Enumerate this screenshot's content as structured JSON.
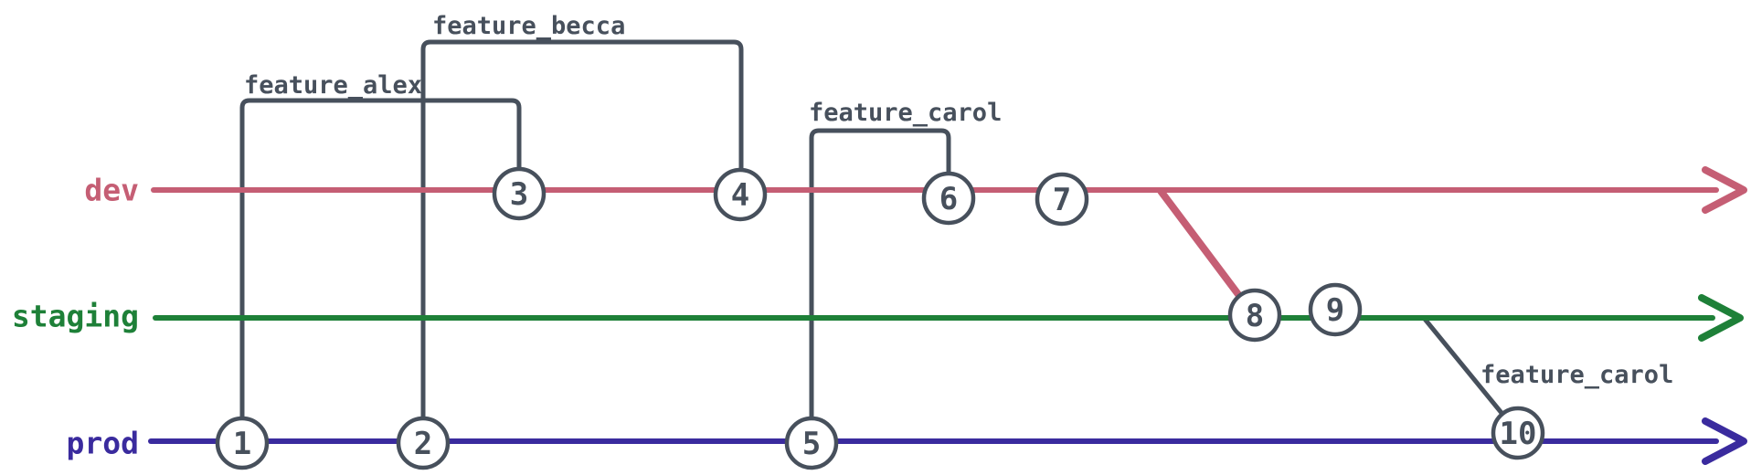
{
  "colors": {
    "dev": "#c55e74",
    "staging": "#1e8038",
    "prod": "#3a2b9e",
    "feature": "#47505c",
    "commit_fill": "#ffffff",
    "commit_text": "#47505c",
    "background": "#ffffff"
  },
  "branches": [
    {
      "label": "dev"
    },
    {
      "label": "staging"
    },
    {
      "label": "prod"
    }
  ],
  "feature_labels": [
    {
      "label": "feature_alex"
    },
    {
      "label": "feature_becca"
    },
    {
      "label": "feature_carol"
    },
    {
      "label": "feature_carol"
    }
  ],
  "commits": [
    {
      "id": "1",
      "branch": "prod"
    },
    {
      "id": "2",
      "branch": "prod"
    },
    {
      "id": "3",
      "branch": "dev"
    },
    {
      "id": "4",
      "branch": "dev"
    },
    {
      "id": "5",
      "branch": "prod"
    },
    {
      "id": "6",
      "branch": "dev"
    },
    {
      "id": "7",
      "branch": "dev"
    },
    {
      "id": "8",
      "branch": "staging"
    },
    {
      "id": "9",
      "branch": "staging"
    },
    {
      "id": "10",
      "branch": "prod"
    }
  ],
  "feature_branches": [
    {
      "name": "feature_alex",
      "from_commit": "1",
      "from_branch": "prod",
      "to_commit": "3",
      "to_branch": "dev"
    },
    {
      "name": "feature_becca",
      "from_commit": "2",
      "from_branch": "prod",
      "to_commit": "4",
      "to_branch": "dev"
    },
    {
      "name": "feature_carol",
      "from_commit": "5",
      "from_branch": "prod",
      "to_commit": "6",
      "to_branch": "dev"
    },
    {
      "name": "feature_carol",
      "from_branch": "staging",
      "to_commit": "10",
      "to_branch": "prod"
    }
  ],
  "merges": [
    {
      "from_branch": "dev",
      "to_branch": "staging",
      "at_commit": "8"
    }
  ]
}
